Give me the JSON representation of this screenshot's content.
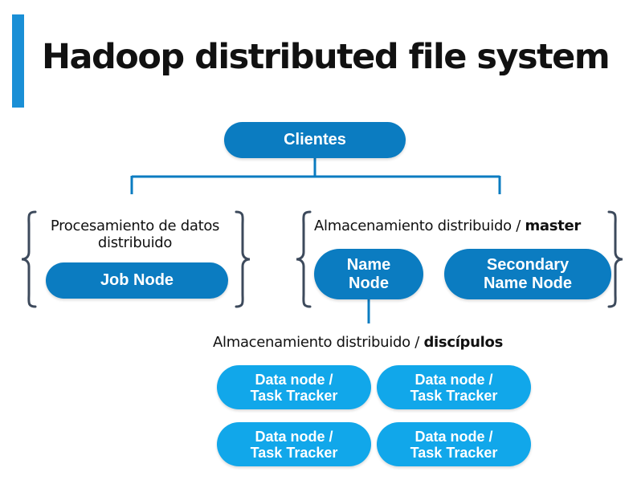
{
  "title": "Hadoop distributed file system",
  "colors": {
    "accent": "#1a8fd6",
    "node_dark": "#0b7cc1",
    "node_light": "#11a7ea",
    "connector": "#0b7cc1",
    "brace": "#3d4a5c"
  },
  "top_node": {
    "label": "Clientes"
  },
  "processing": {
    "label_line1": "Procesamiento de datos",
    "label_line2": "distribuido",
    "job_node": "Job Node"
  },
  "master": {
    "label_prefix": "Almacenamiento distribuido / ",
    "label_bold": "master",
    "name_node_line1": "Name",
    "name_node_line2": "Node",
    "secondary_line1": "Secondary",
    "secondary_line2": "Name Node"
  },
  "disciples": {
    "label_prefix": "Almacenamiento distribuido / ",
    "label_bold": "discípulos",
    "nodes": [
      {
        "line1": "Data node /",
        "line2": "Task Tracker"
      },
      {
        "line1": "Data node /",
        "line2": "Task Tracker"
      },
      {
        "line1": "Data node /",
        "line2": "Task Tracker"
      },
      {
        "line1": "Data node /",
        "line2": "Task Tracker"
      }
    ]
  }
}
